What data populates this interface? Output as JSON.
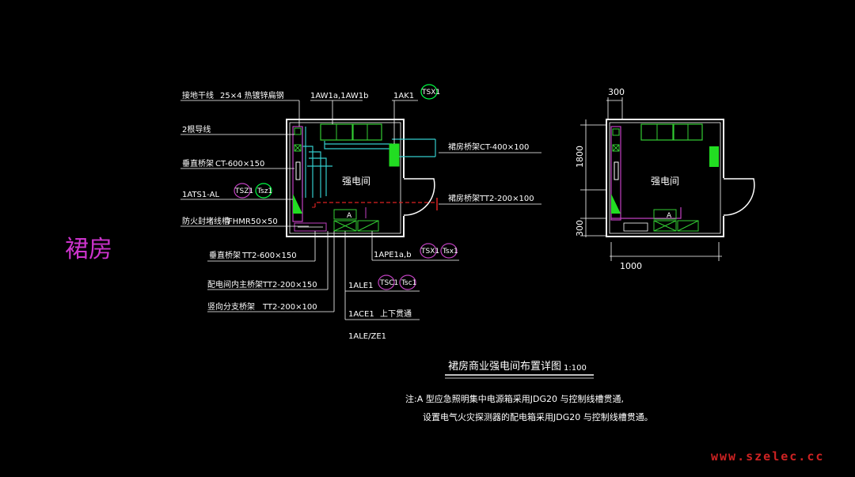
{
  "side_label": "裙房",
  "left_plan": {
    "room_label": "强电间",
    "labels": {
      "grounding": "接地干线",
      "grounding_spec": "25×4 热镀锌扁钢",
      "two_ground": "2根导线",
      "vertical_tray_1": "垂直桥架",
      "vertical_tray_1_spec": "CT-600×150",
      "ats": "1ATS1-AL",
      "fire_tray": "防火封堵线槽",
      "fire_tray_spec": "FHMR50×50",
      "vertical_tray_2": "垂直桥架",
      "vertical_tray_2_spec": "TT2-600×150",
      "room_main_tray": "配电间内主桥架",
      "room_main_tray_spec": "TT2-200×150",
      "branch_tray": "竖向分支桥架",
      "branch_tray_spec": "TT2-200×100",
      "aw": "1AW1a,1AW1b",
      "ak": "1AK1",
      "skirt_tray_1": "裙房桥架",
      "skirt_tray_1_spec": "CT-400×100",
      "skirt_tray_2": "裙房桥架",
      "skirt_tray_2_spec": "TT2-200×100",
      "ape": "1APE1a,b",
      "ale": "1ALE1",
      "ace": "1ACE1",
      "updown": "上下贯通",
      "ale_ze": "1ALE/ZE1"
    },
    "circles": {
      "tsx1_top": "TSX1",
      "tsz1": "TSZ1",
      "tsz1_b": "Tsz1",
      "tsx1_mid": "TSX1",
      "tsx1_mid_b": "Tsx1",
      "tsc1": "TSC1",
      "tsc1_b": "Tsc1"
    },
    "cabinet_mark": "A"
  },
  "right_plan": {
    "room_label": "强电间",
    "dim_top": "300",
    "dim_left": "1800",
    "dim_left_small": "300",
    "dim_bottom": "1000",
    "cabinet_mark": "A"
  },
  "title": {
    "text": "裙房商业强电间布置详图",
    "scale": "1:100"
  },
  "notes": {
    "line1": "注:A 型应急照明集中电源箱采用JDG20 与控制线槽贯通,",
    "line2": "设置电气火灾探测器的配电箱采用JDG20 与控制线槽贯通。"
  },
  "watermark": "www.szelec.cc",
  "colors": {
    "wall": "#ffffff",
    "equipment": "#c040c0",
    "cabinet": "#33cc33",
    "cable": "#33cccc",
    "fire": "#dd2222",
    "accent": "#00ff44"
  }
}
